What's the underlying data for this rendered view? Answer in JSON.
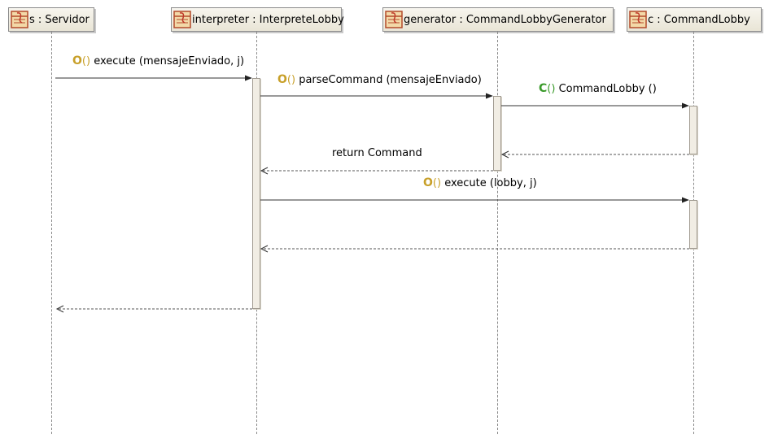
{
  "participants": [
    {
      "id": "s",
      "label": "s : Servidor"
    },
    {
      "id": "interpreter",
      "label": "interpreter : InterpreteLobby"
    },
    {
      "id": "generator",
      "label": "generator : CommandLobbyGenerator"
    },
    {
      "id": "c",
      "label": "c : CommandLobby"
    }
  ],
  "messages": [
    {
      "kind": "O",
      "parens": "()",
      "text": " execute (mensajeEnviado, j)"
    },
    {
      "kind": "O",
      "parens": "()",
      "text": " parseCommand (mensajeEnviado)"
    },
    {
      "kind": "C",
      "parens": "()",
      "text": " CommandLobby ()"
    },
    {
      "text": "return Command"
    },
    {
      "kind": "O",
      "parens": "()",
      "text": " execute (lobby, j)"
    }
  ],
  "colors": {
    "operation_marker": "#c8a02a",
    "constructor_marker": "#3a9a2a"
  },
  "icons": [
    "class-object-icon"
  ]
}
